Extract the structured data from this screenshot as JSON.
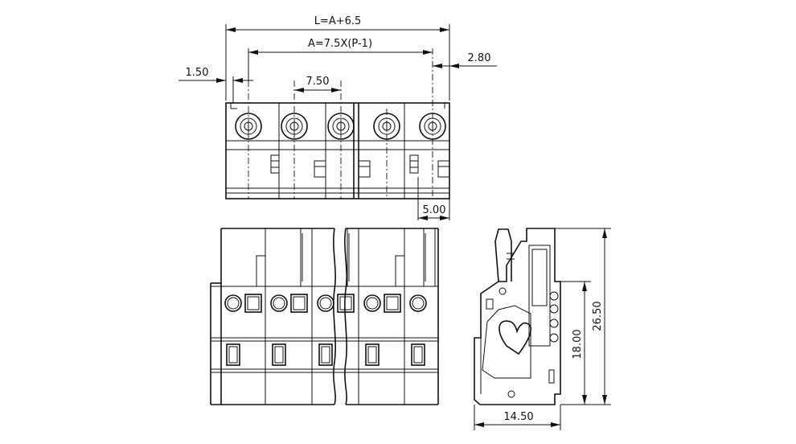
{
  "dimensions": {
    "overall_length": "L=A+6.5",
    "pitch_span": "A=7.5X(P-1)",
    "edge_offset": "1.50",
    "pitch": "7.50",
    "right_offset": "2.80",
    "end_width": "5.00",
    "total_height": "26.50",
    "body_height": "18.00",
    "depth": "14.50"
  }
}
